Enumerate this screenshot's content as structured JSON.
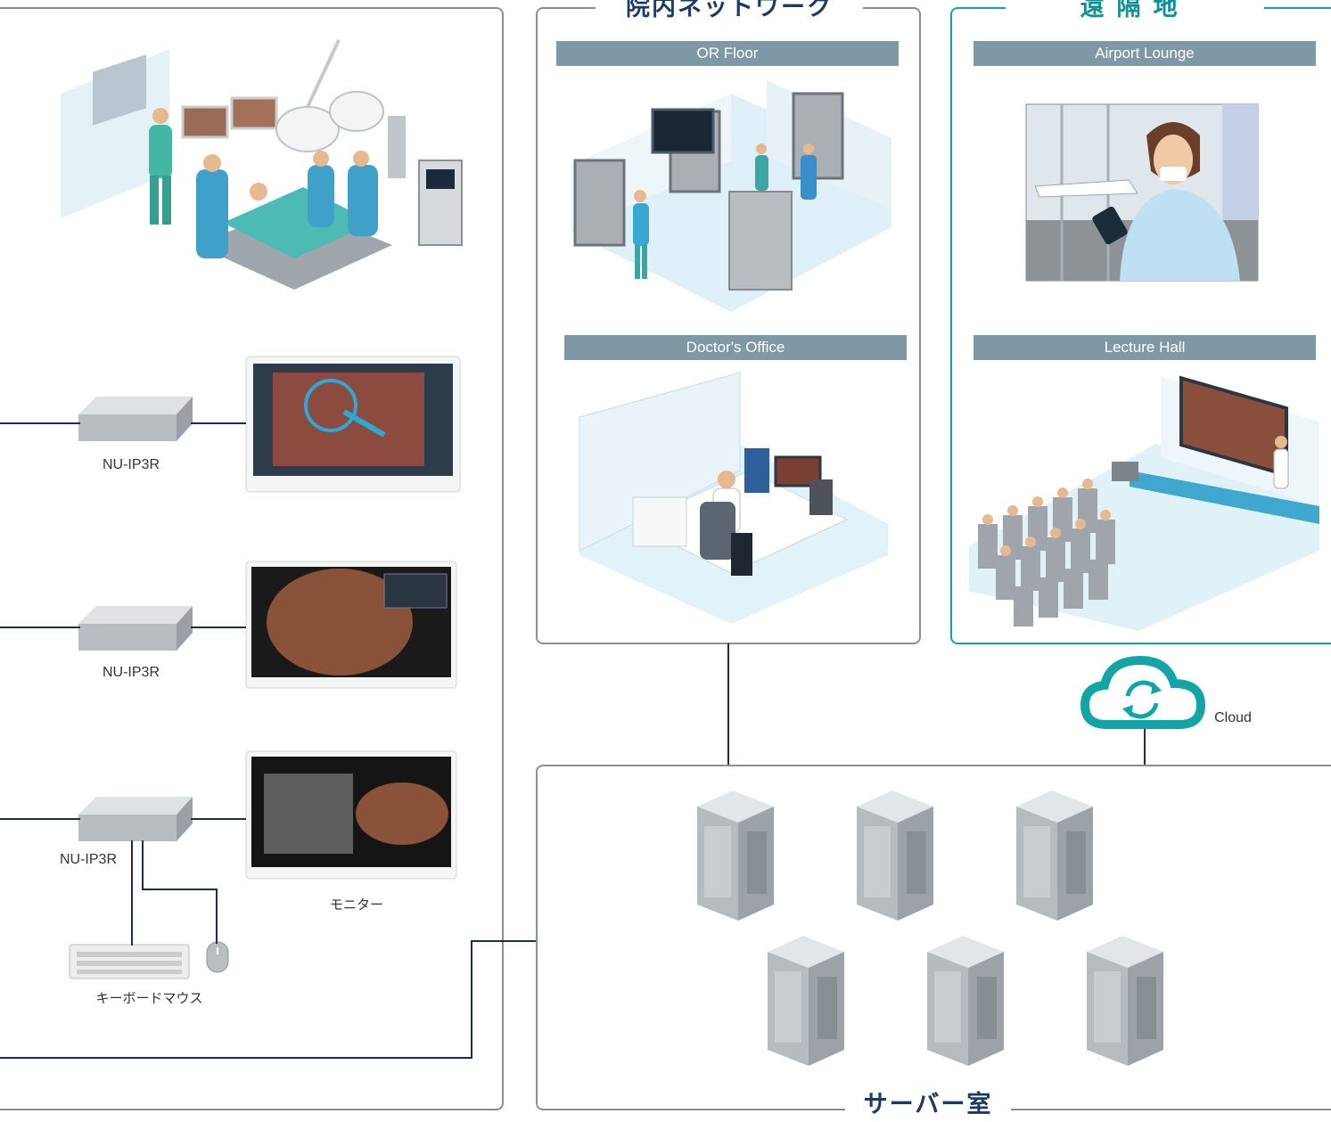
{
  "panels": {
    "hospital_network": {
      "title": "院内ネットワーク",
      "sections": [
        {
          "label": "OR Floor"
        },
        {
          "label": "Doctor's Office"
        }
      ]
    },
    "remote": {
      "title": "遠隔地",
      "sections": [
        {
          "label": "Airport Lounge"
        },
        {
          "label": "Lecture Hall"
        }
      ]
    },
    "server_room": {
      "title": "サーバー室"
    }
  },
  "devices": [
    {
      "label": "NU-IP3R"
    },
    {
      "label": "NU-IP3R"
    },
    {
      "label": "NU-IP3R"
    }
  ],
  "monitor_label": "モニター",
  "keyboard_mouse_label": "キーボードマウス",
  "cloud_label": "Cloud",
  "colors": {
    "line": "#1b2f55",
    "panel_border": "#8a8f96",
    "remote_border": "#13a5a6",
    "section_bar": "#7f98a5",
    "title_navy": "#1c3a63",
    "cloud_teal": "#13a5a6"
  }
}
